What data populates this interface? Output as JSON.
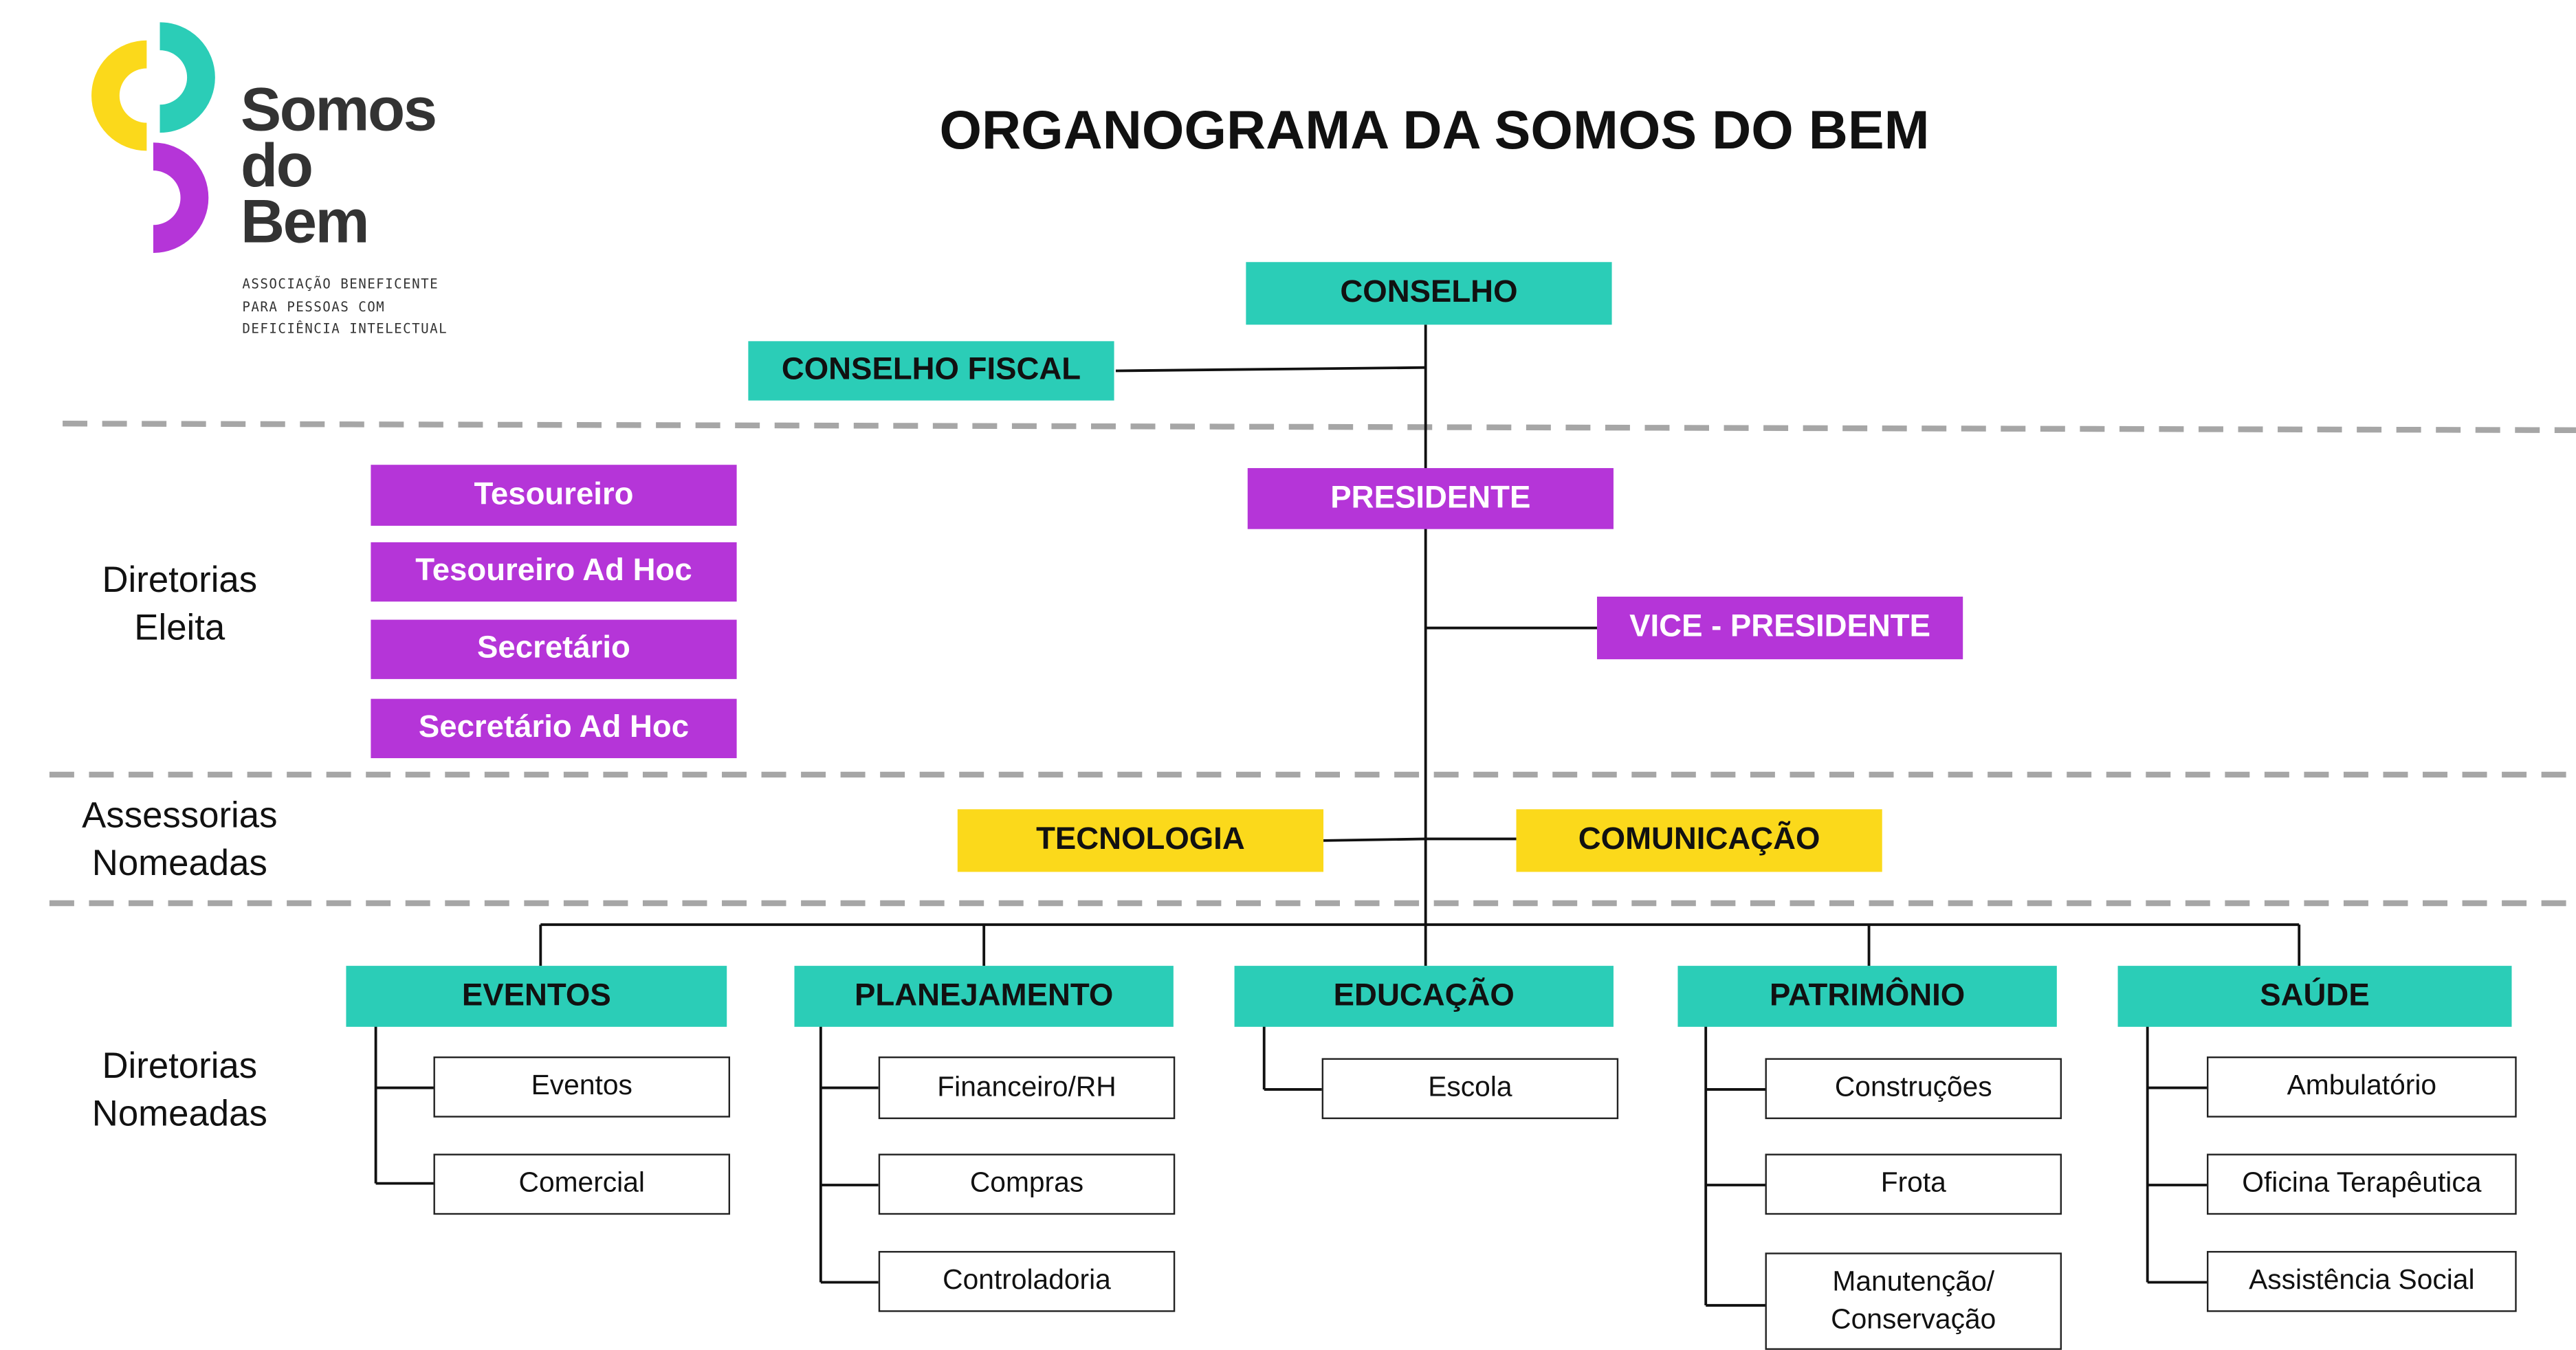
{
  "title": "ORGANOGRAMA DA SOMOS DO BEM",
  "logo": {
    "words": [
      "Somos",
      "do",
      "Bem"
    ],
    "tagline": [
      "ASSOCIAÇÃO BENEFICENTE",
      "PARA PESSOAS COM",
      "DEFICIÊNCIA INTELECTUAL"
    ],
    "colors": {
      "teal": "#2bcdb7",
      "yellow": "#fbd91b",
      "purple": "#b535d8"
    }
  },
  "tiers": {
    "eleita": [
      "Diretorias",
      "Eleita"
    ],
    "assessorias": [
      "Assessorias",
      "Nomeadas"
    ],
    "nomeadas": [
      "Diretorias",
      "Nomeadas"
    ]
  },
  "governance": {
    "conselho": "CONSELHO",
    "conselho_fiscal": "CONSELHO FISCAL"
  },
  "elected": {
    "presidente": "PRESIDENTE",
    "vice_presidente": "VICE - PRESIDENTE",
    "officers": [
      "Tesoureiro",
      "Tesoureiro Ad Hoc",
      "Secretário",
      "Secretário Ad Hoc"
    ]
  },
  "advisory": {
    "tecnologia": "TECNOLOGIA",
    "comunicacao": "COMUNICAÇÃO"
  },
  "departments": [
    {
      "name": "EVENTOS",
      "subs": [
        "Eventos",
        "Comercial"
      ]
    },
    {
      "name": "PLANEJAMENTO",
      "subs": [
        "Financeiro/RH",
        "Compras",
        "Controladoria"
      ]
    },
    {
      "name": "EDUCAÇÃO",
      "subs": [
        "Escola"
      ]
    },
    {
      "name": "PATRIMÔNIO",
      "subs": [
        "Construções",
        "Frota",
        "Manutenção/ Conservação"
      ]
    },
    {
      "name": "SAÚDE",
      "subs": [
        "Ambulatório",
        "Oficina Terapêutica",
        "Assistência Social"
      ]
    }
  ],
  "colors": {
    "teal": "#2bcdb7",
    "purple": "#b535d8",
    "yellow": "#fbd91b",
    "divider": "#a6a6a6",
    "connector": "#111111"
  }
}
